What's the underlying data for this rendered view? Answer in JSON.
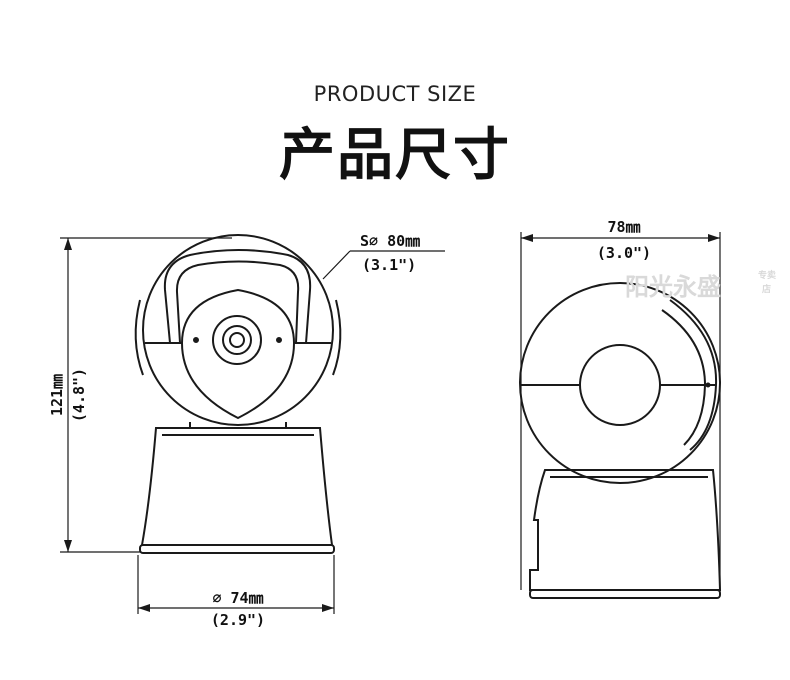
{
  "header": {
    "subtitle": "PRODUCT SIZE",
    "title": "产品尺寸"
  },
  "dimensions": {
    "sphere_diameter_mm": "S∅ 80㎜",
    "sphere_diameter_in": "(3.1\")",
    "height_mm": "121㎜",
    "height_in": "(4.8\")",
    "base_diameter_mm": "∅ 74㎜",
    "base_diameter_in": "(2.9\")",
    "depth_mm": "78㎜",
    "depth_in": "(3.0\")"
  },
  "watermark": {
    "brand": "阳光永盛",
    "tag_line1": "专卖",
    "tag_line2": "店"
  },
  "colors": {
    "line": "#1a1a1a",
    "watermark": "#d9d9d9"
  }
}
